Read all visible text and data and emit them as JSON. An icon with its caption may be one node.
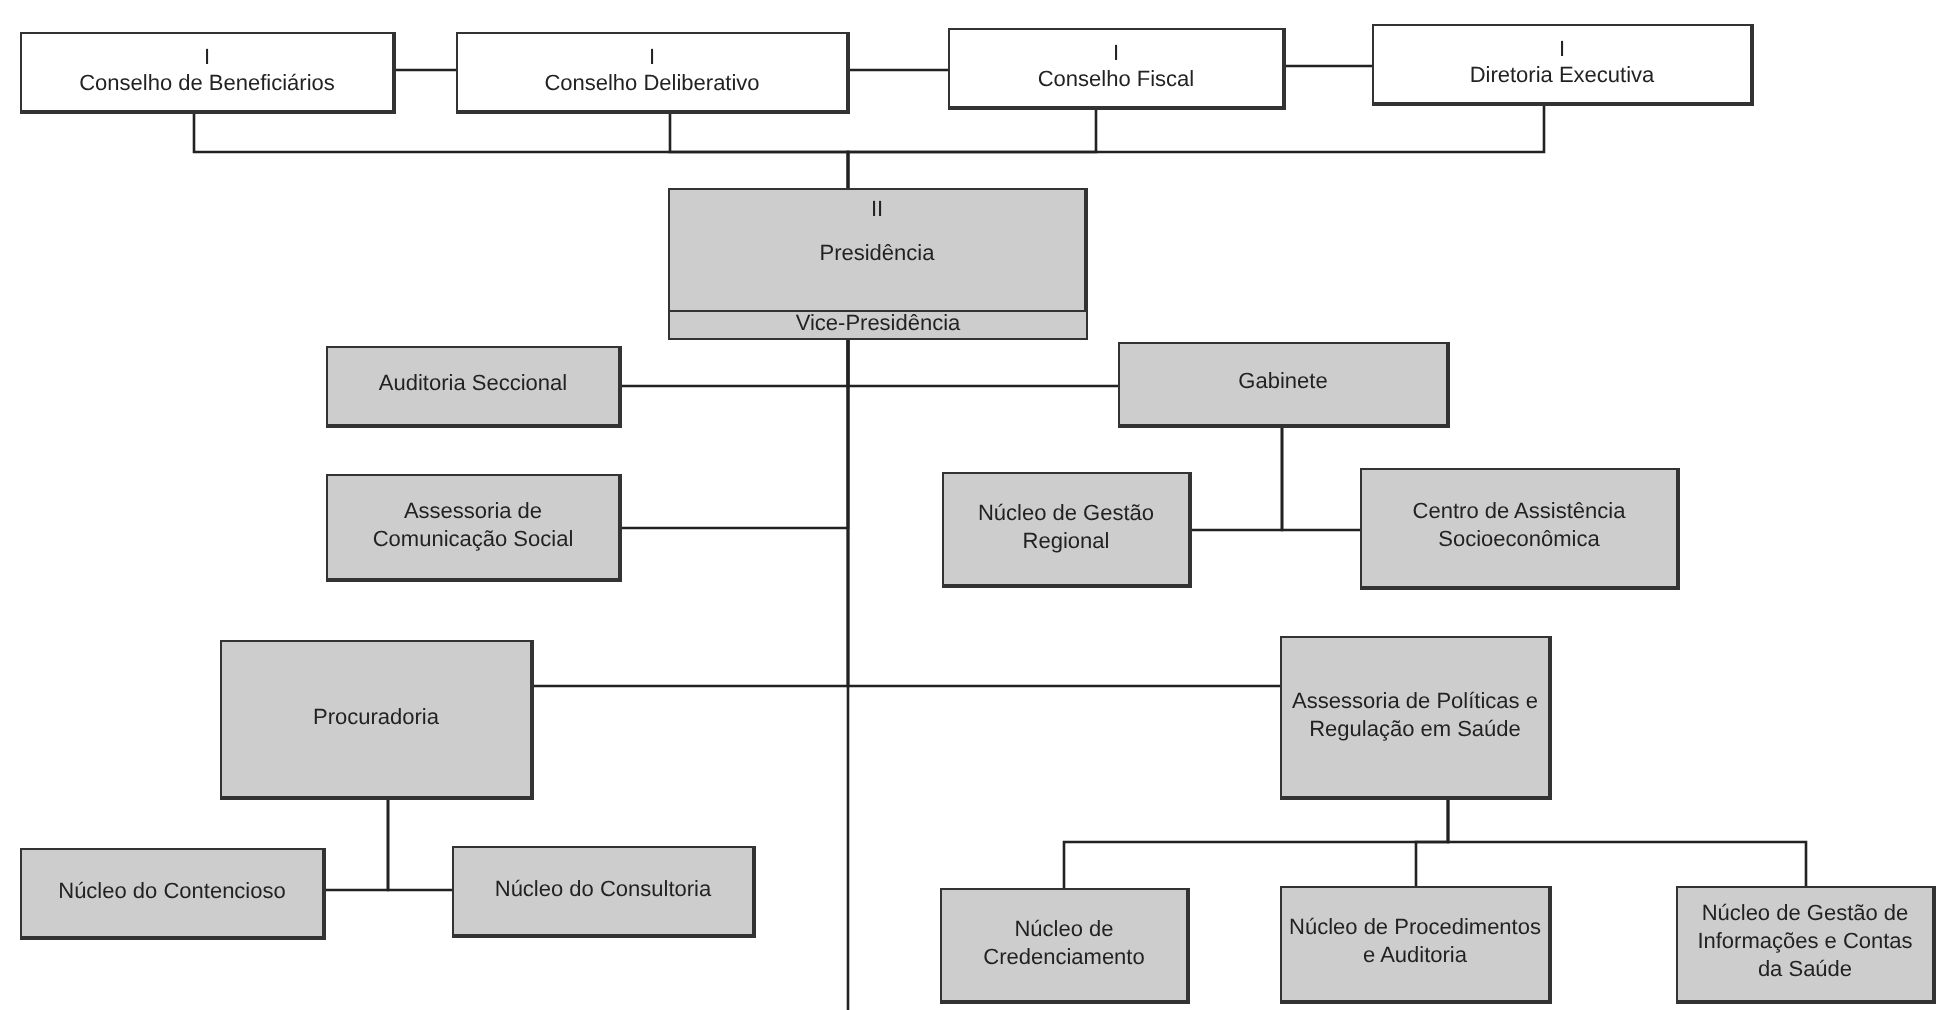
{
  "diagram": {
    "nodes": [
      {
        "text": [
          "I",
          "Conselho de Beneficiários"
        ]
      },
      {
        "text": [
          "I",
          "Conselho Deliberativo"
        ]
      },
      {
        "text": [
          "I",
          "Conselho Fiscal"
        ]
      },
      {
        "text": [
          "I",
          "Diretoria Executiva"
        ]
      },
      {
        "text": [
          "II",
          "Presidência"
        ]
      },
      {
        "text": [
          "Vice-Presidência"
        ],
        "in": 4
      },
      {
        "text": [
          "Auditoria Seccional"
        ]
      },
      {
        "text": [
          "Gabinete"
        ]
      },
      {
        "text": [
          "Assessoria de Comunicação Social"
        ]
      },
      {
        "text": [
          "Núcleo de Gestão Regional"
        ]
      },
      {
        "text": [
          "Centro de Assistência Socioeconômica"
        ]
      },
      {
        "text": [
          "Procuradoria"
        ]
      },
      {
        "text": [
          "Assessoria de Políticas e Regulação em Saúde"
        ]
      },
      {
        "text": [
          "Núcleo do Contencioso"
        ]
      },
      {
        "text": [
          "Núcleo do Consultoria"
        ]
      },
      {
        "text": [
          "Núcleo de Credenciamento"
        ]
      },
      {
        "text": [
          "Núcleo de Procedimentos e Auditoria"
        ]
      },
      {
        "text": [
          "Núcleo de Gestão de Informações e Contas da Saúde"
        ]
      }
    ],
    "edges": [
      {
        "from": 0,
        "to": 1,
        "arrow": "none"
      },
      {
        "from": 1,
        "to": 2,
        "arrow": "none"
      },
      {
        "from": 2,
        "to": 3,
        "arrow": "none"
      },
      {
        "from": 0,
        "to": 4,
        "arrow": "none"
      },
      {
        "from": 1,
        "to": 4,
        "arrow": "none"
      },
      {
        "from": 2,
        "to": 4,
        "arrow": "none"
      },
      {
        "from": 3,
        "to": 4,
        "arrow": "none"
      },
      {
        "from": 4,
        "to": 6,
        "arrow": "none"
      },
      {
        "from": 4,
        "to": 7,
        "arrow": "none"
      },
      {
        "from": 4,
        "to": 8,
        "arrow": "none"
      },
      {
        "from": 4,
        "to": 11,
        "arrow": "none"
      },
      {
        "from": 4,
        "to": 12,
        "arrow": "none"
      },
      {
        "from": 4,
        "to": null,
        "arrow": "none"
      },
      {
        "from": 7,
        "to": 9,
        "arrow": "none"
      },
      {
        "from": 7,
        "to": 10,
        "arrow": "none"
      },
      {
        "from": 11,
        "to": 13,
        "arrow": "none"
      },
      {
        "from": 11,
        "to": 14,
        "arrow": "none"
      },
      {
        "from": 12,
        "to": 15,
        "arrow": "none"
      },
      {
        "from": 12,
        "to": 16,
        "arrow": "none"
      },
      {
        "from": 12,
        "to": 17,
        "arrow": "none"
      }
    ]
  }
}
